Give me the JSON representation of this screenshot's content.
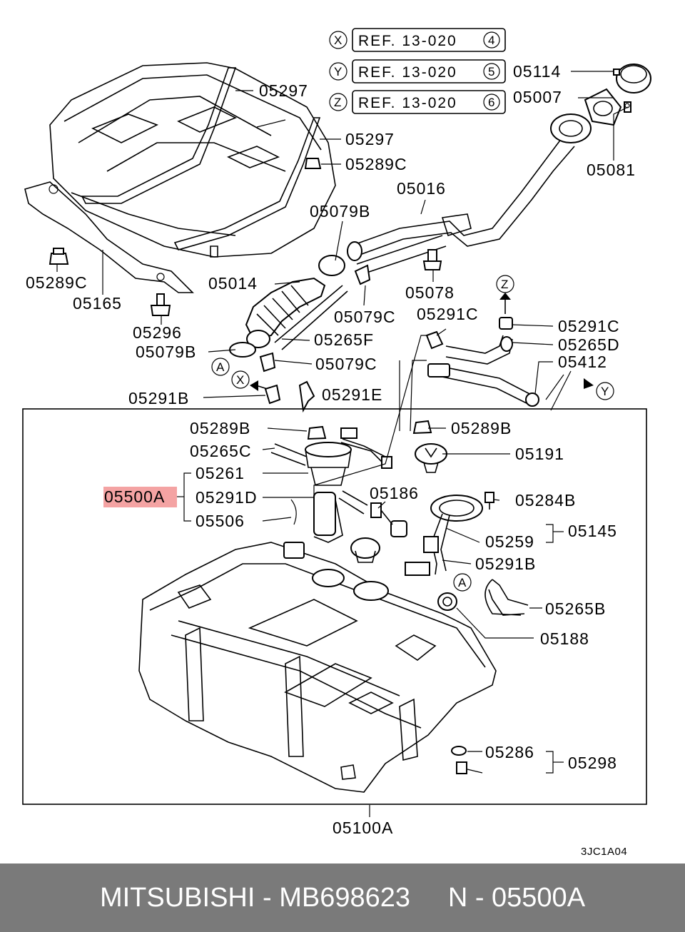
{
  "refs": [
    {
      "letter": "X",
      "text": "REF. 13-020",
      "num": "4"
    },
    {
      "letter": "Y",
      "text": "REF. 13-020",
      "num": "5"
    },
    {
      "letter": "Z",
      "text": "REF. 13-020",
      "num": "6"
    }
  ],
  "labels": {
    "l05297a": "05297",
    "l05297b": "05297",
    "l05289c_a": "05289C",
    "l05114": "05114",
    "l05007": "05007",
    "l05081": "05081",
    "l05016": "05016",
    "l05079b_a": "05079B",
    "l05014": "05014",
    "l05078": "05078",
    "l05079c_a": "05079C",
    "l05291c_a": "05291C",
    "l05291c_b": "05291C",
    "l05265f": "05265F",
    "l05265d": "05265D",
    "l05289c_b": "05289C",
    "l05165": "05165",
    "l05296": "05296",
    "l05079b_b": "05079B",
    "l05079c_b": "05079C",
    "l05412": "05412",
    "l05291b_a": "05291B",
    "l05291e": "05291E",
    "l05289b_a": "05289B",
    "l05289b_b": "05289B",
    "l05265c": "05265C",
    "l05191": "05191",
    "l05261": "05261",
    "l05186": "05186",
    "l05500a": "05500A",
    "l05291d": "05291D",
    "l05284b": "05284B",
    "l05506": "05506",
    "l05259": "05259",
    "l05145": "05145",
    "l05291b_b": "05291B",
    "l05265b": "05265B",
    "l05188": "05188",
    "l05286": "05286",
    "l05298": "05298",
    "l05100a": "05100A",
    "code": "3JC1A04"
  },
  "markers": {
    "a": "A",
    "x": "X",
    "y": "Y",
    "z": "Z",
    "a2": "A"
  },
  "highlight_color": "#f4a3a3",
  "footer": {
    "brand": "MITSUBISHI",
    "sep1": " - ",
    "part_number": "MB698623",
    "gap": "     ",
    "ref": "N - 05500A"
  }
}
